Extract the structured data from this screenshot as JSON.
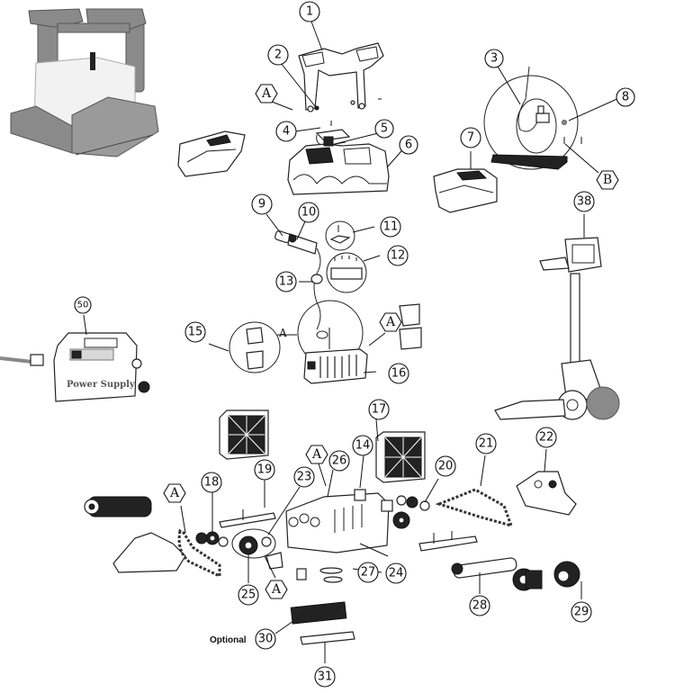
{
  "diagram": {
    "type": "exploded-parts-diagram",
    "optional_label": "Optional",
    "power_supply_text": "Power Supply",
    "callouts": [
      {
        "id": "c1",
        "label": "1"
      },
      {
        "id": "c2",
        "label": "2"
      },
      {
        "id": "c3",
        "label": "3"
      },
      {
        "id": "c4",
        "label": "4"
      },
      {
        "id": "c5",
        "label": "5"
      },
      {
        "id": "c6",
        "label": "6"
      },
      {
        "id": "c7",
        "label": "7"
      },
      {
        "id": "c8",
        "label": "8"
      },
      {
        "id": "c9",
        "label": "9"
      },
      {
        "id": "c10",
        "label": "10"
      },
      {
        "id": "c11",
        "label": "11"
      },
      {
        "id": "c12",
        "label": "12"
      },
      {
        "id": "c13",
        "label": "13"
      },
      {
        "id": "c14",
        "label": "14"
      },
      {
        "id": "c15",
        "label": "15"
      },
      {
        "id": "c16",
        "label": "16"
      },
      {
        "id": "c17",
        "label": "17"
      },
      {
        "id": "c18",
        "label": "18"
      },
      {
        "id": "c19",
        "label": "19"
      },
      {
        "id": "c20",
        "label": "20"
      },
      {
        "id": "c21",
        "label": "21"
      },
      {
        "id": "c22",
        "label": "22"
      },
      {
        "id": "c23",
        "label": "23"
      },
      {
        "id": "c24",
        "label": "24"
      },
      {
        "id": "c25",
        "label": "25"
      },
      {
        "id": "c26",
        "label": "26"
      },
      {
        "id": "c27",
        "label": "27"
      },
      {
        "id": "c28",
        "label": "28"
      },
      {
        "id": "c29",
        "label": "29"
      },
      {
        "id": "c30",
        "label": "30"
      },
      {
        "id": "c31",
        "label": "31"
      },
      {
        "id": "c38",
        "label": "38"
      },
      {
        "id": "c50",
        "label": "50"
      }
    ],
    "hex_markers": [
      {
        "id": "hA1",
        "label": "A"
      },
      {
        "id": "hB",
        "label": "B"
      },
      {
        "id": "hA2",
        "label": "A"
      },
      {
        "id": "hA3",
        "label": "A"
      },
      {
        "id": "hA4",
        "label": "A"
      },
      {
        "id": "hA5",
        "label": "A"
      }
    ],
    "inline_markers": [
      {
        "id": "tA15",
        "label": "A"
      }
    ]
  }
}
